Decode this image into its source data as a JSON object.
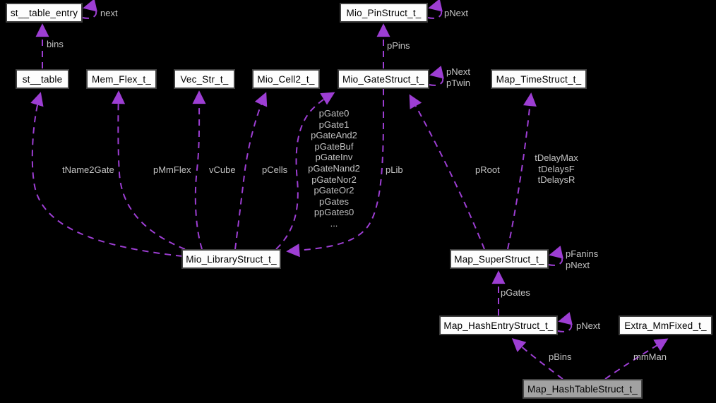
{
  "diagram": {
    "type": "doxygen-collaboration-graph",
    "highlighted_node": "Map_HashTableStruct_t_",
    "colors": {
      "background": "#000000",
      "edge": "#9d3ed3",
      "edge_label_text": "#c3c3c3",
      "node_fill": "#fdfdfd",
      "node_border": "#3f3f3f",
      "node_text": "#000000",
      "highlight_node_fill": "#a2a2a2"
    },
    "nodes": {
      "st_table_entry": "st__table_entry",
      "st_table": "st__table",
      "mem_flex": "Mem_Flex_t_",
      "vec_str": "Vec_Str_t_",
      "mio_cell2": "Mio_Cell2_t_",
      "mio_pinstruct": "Mio_PinStruct_t_",
      "mio_gatestruct": "Mio_GateStruct_t_",
      "map_timestruct": "Map_TimeStruct_t_",
      "mio_librarystruct": "Mio_LibraryStruct_t_",
      "map_superstruct": "Map_SuperStruct_t_",
      "map_hashentrystruct": "Map_HashEntryStruct_t_",
      "extra_mmfixed": "Extra_MmFixed_t_",
      "map_hashtablestruct": "Map_HashTableStruct_t_"
    },
    "edge_labels": {
      "entry_next": "next",
      "bins": "bins",
      "pin_pnext": "pNext",
      "ppins": "pPins",
      "gate_pnext_ptwin": "pNext\npTwin",
      "tname2gate": "tName2Gate",
      "pmmflex": "pMmFlex",
      "vcube": "vCube",
      "pcells": "pCells",
      "pgate_list": "pGate0\npGate1\npGateAnd2\npGateBuf\npGateInv\npGateNand2\npGateNor2\npGateOr2\npGates\nppGates0\n...",
      "plib": "pLib",
      "proot": "pRoot",
      "tdelays": "tDelayMax\ntDelaysF\ntDelaysR",
      "super_pfanins_pnext": "pFanins\npNext",
      "pgates": "pGates",
      "hashentry_pnext": "pNext",
      "pbins": "pBins",
      "mmman": "mmMan"
    }
  }
}
